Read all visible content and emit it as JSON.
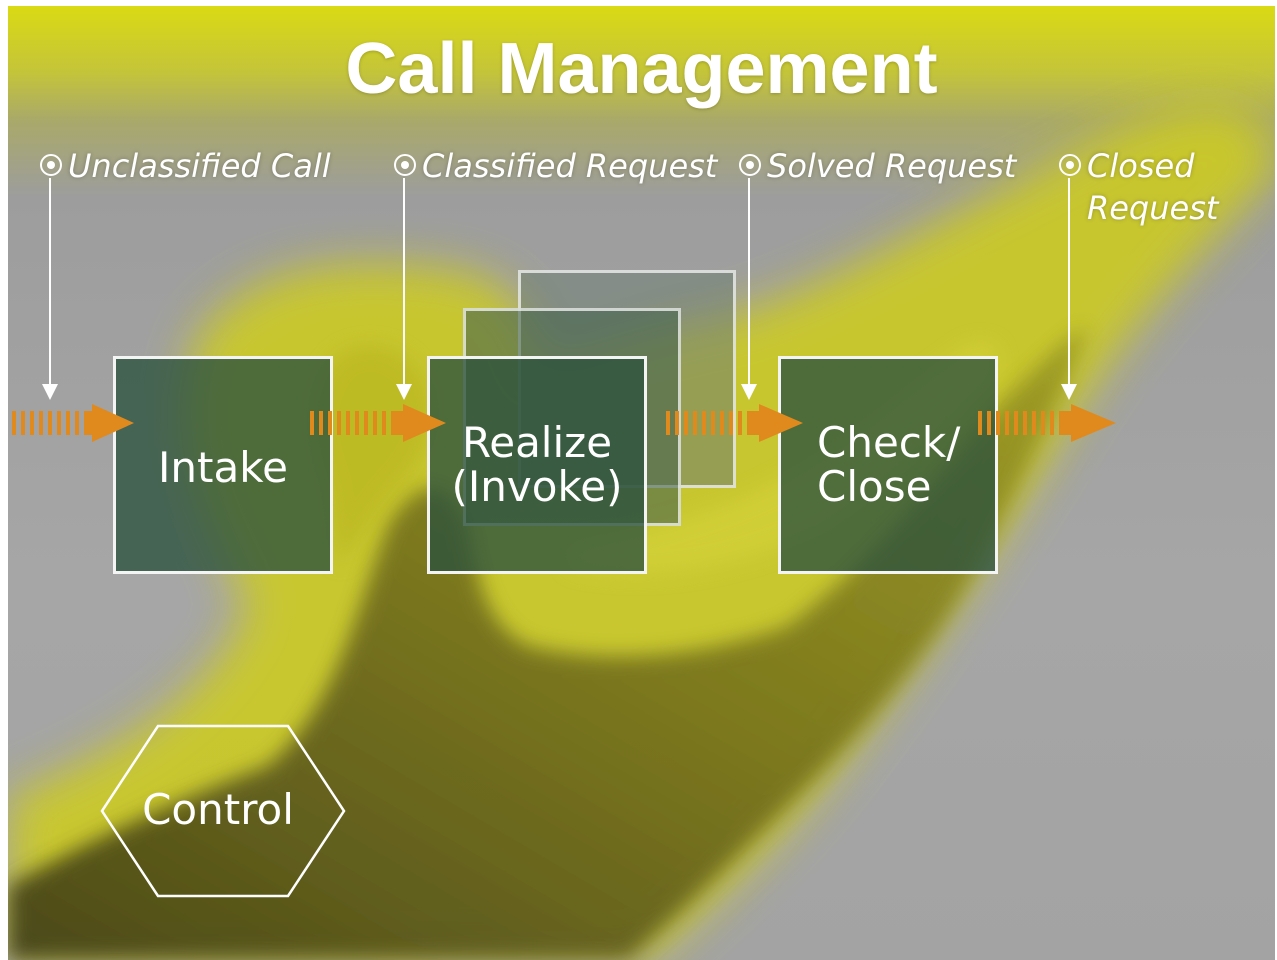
{
  "title": "Call Management",
  "labels": {
    "unclassified": "Unclassified Call",
    "classified": "Classified Request",
    "solved": "Solved Request",
    "closed_line1": "Closed",
    "closed_line2": "Request"
  },
  "boxes": {
    "intake": "Intake",
    "realize_line1": "Realize",
    "realize_line2": "(Invoke)",
    "check_line1": "Check/",
    "check_line2": "Close"
  },
  "control": "Control",
  "colors": {
    "title_band": "#dada14",
    "box_fill": "#2c523e",
    "flow_arrow": "#e08a1e",
    "background": "#a6a6a6",
    "hand": "#c4c21a"
  }
}
